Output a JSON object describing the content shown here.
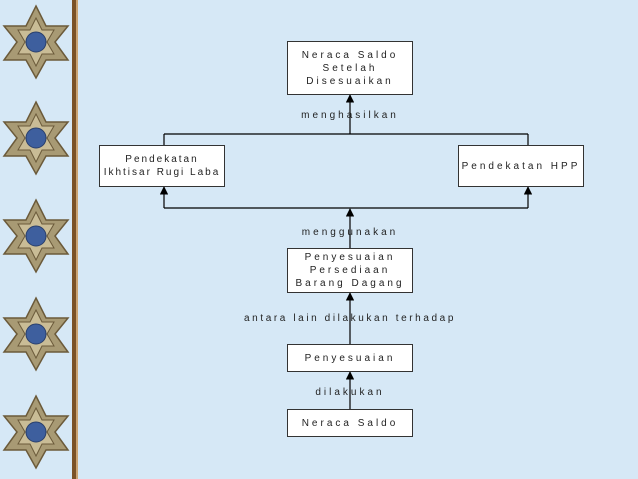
{
  "diagram": {
    "boxes": {
      "neraca_saldo_disesuaikan": [
        "Neraca Saldo",
        "Setelah",
        "Disesuaikan"
      ],
      "pendekatan_ikhtisar": [
        "Pendekatan",
        "Ikhtisar Rugi Laba"
      ],
      "pendekatan_hpp": [
        "Pendekatan HPP"
      ],
      "penyesuaian_persediaan": [
        "Penyesuaian",
        "Persediaan",
        "Barang Dagang"
      ],
      "penyesuaian": [
        "Penyesuaian"
      ],
      "neraca_saldo": [
        "Neraca Saldo"
      ]
    },
    "labels": {
      "menghasilkan": "menghasilkan",
      "menggunakan": "menggunakan",
      "antara_lain": "antara lain dilakukan terhadap",
      "dilakukan": "dilakukan"
    }
  },
  "theme": {
    "background": "#d6e8f6",
    "sidebar_border": "#7a5228",
    "star_fill": "#a89a74",
    "star_center": "#3e5f9e"
  }
}
